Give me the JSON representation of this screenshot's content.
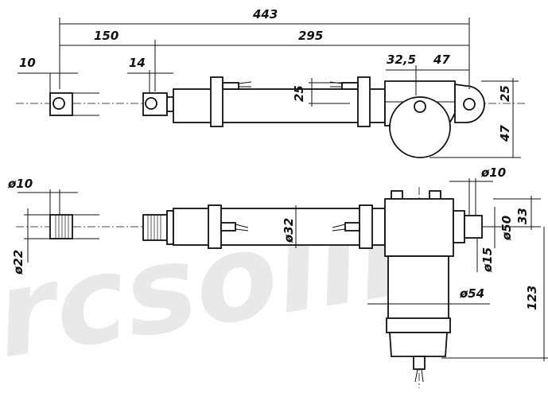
{
  "watermark": "rcsolin",
  "dimensions": {
    "overall_length": "443",
    "retracted_to_body": "150",
    "body_length": "295",
    "gear_offset": "32,5",
    "gear_to_end": "47",
    "clevis_left": "10",
    "clevis_rod": "14",
    "top_height_25_left": "25",
    "top_height_25_right": "25",
    "top_height_47": "47",
    "pin_dia_10_left": "ø10",
    "pin_dia_22": "ø22",
    "tube_dia_32": "ø32",
    "pin_dia_10_right": "ø10",
    "shaft_dia_50": "ø50",
    "shaft_dia_15": "ø15",
    "motor_dia_54": "ø54",
    "side_height_33": "33",
    "motor_height_123": "123"
  }
}
